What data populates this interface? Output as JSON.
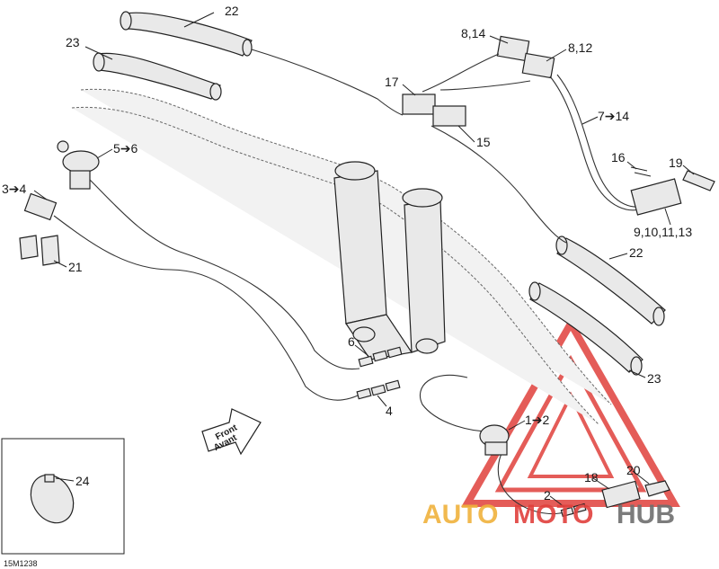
{
  "callouts": {
    "c22a": "22",
    "c23a": "23",
    "c814": "8,14",
    "c812": "8,12",
    "c17": "17",
    "c15": "15",
    "c714": "7➔14",
    "c16": "16",
    "c19": "19",
    "c56": "5➔6",
    "c34": "3➔4",
    "c21": "21",
    "c9": "9,10,11,13",
    "c22b": "22",
    "c23b": "23",
    "c6": "6",
    "c4": "4",
    "c12": "1➔2",
    "c2": "2",
    "c18": "18",
    "c20": "20",
    "c24": "24"
  },
  "front_label": {
    "line1": "Front",
    "line2": "Avant"
  },
  "drawing_code": "15M1238",
  "watermark": {
    "part1": "AUTO",
    "part2": "MOTO",
    "part3": "HUB",
    "color_orange": "#f0b23c",
    "color_red": "#e0403c",
    "color_gray": "#6e6e6e"
  }
}
